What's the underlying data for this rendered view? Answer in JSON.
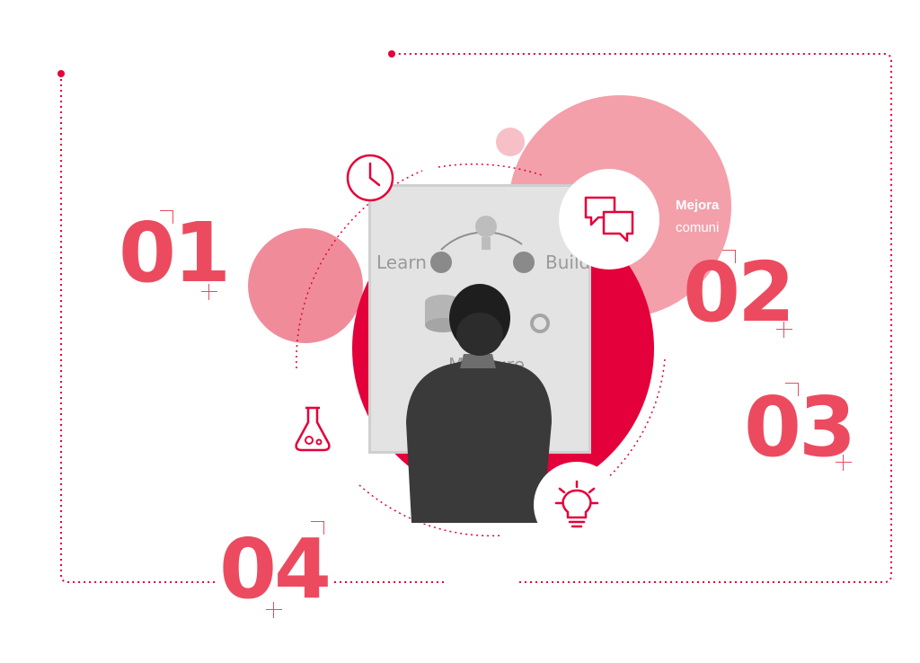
{
  "steps": [
    {
      "number": "01"
    },
    {
      "number": "02"
    },
    {
      "number": "03"
    },
    {
      "number": "04"
    }
  ],
  "caption": {
    "title": "Mejora",
    "subtitle": "comuni"
  },
  "board": {
    "learn": "Learn",
    "build": "Build",
    "measure": "Measure"
  },
  "icons": {
    "clock": "clock-icon",
    "chat": "chat-bubbles-icon",
    "flask": "flask-icon",
    "bulb": "lightbulb-icon"
  },
  "colors": {
    "accent": "#e4003a",
    "number": "#ec4b5f",
    "pink": "#f3a0ab"
  }
}
